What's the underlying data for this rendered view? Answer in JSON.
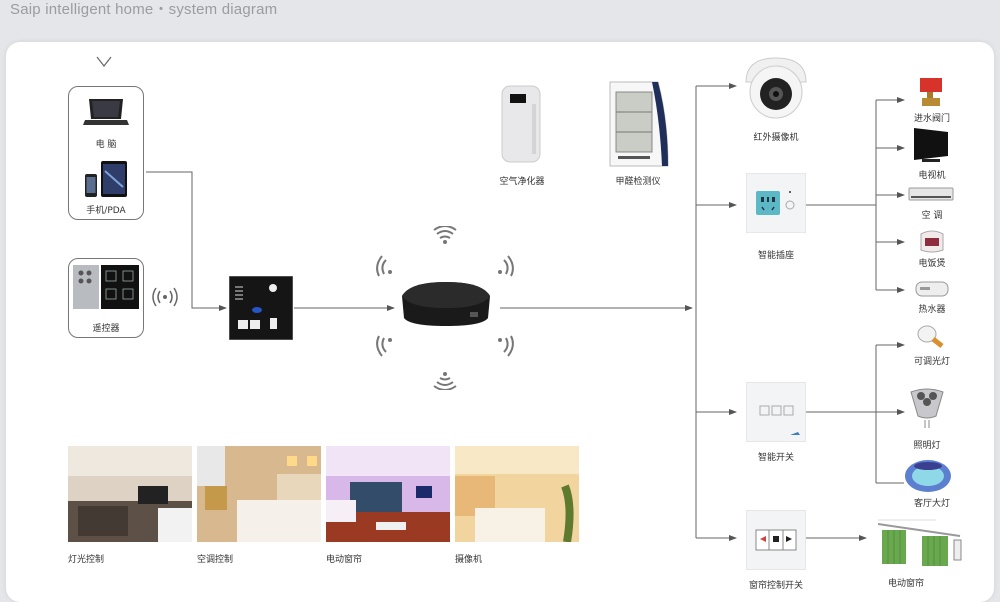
{
  "page_title": "Saip intelligent home・system diagram",
  "left_panel": {
    "collapse_icon": "chevron-down-icon",
    "computer_label": "电 脑",
    "phone_label": "手机/PDA",
    "remote_label": "遥控器"
  },
  "center": {
    "gateway_panel": "wall-gateway-panel",
    "hub": "wireless-hub"
  },
  "top_devices": [
    {
      "label": "空气净化器"
    },
    {
      "label": "甲醛检测仪"
    }
  ],
  "controllers": [
    {
      "label": "红外摄像机"
    },
    {
      "label": "智能插座"
    },
    {
      "label": "智能开关"
    },
    {
      "label": "窗帘控制开关"
    }
  ],
  "socket_appliances": [
    {
      "label": "进水阀门"
    },
    {
      "label": "电视机"
    },
    {
      "label": "空 调"
    },
    {
      "label": "电饭煲"
    },
    {
      "label": "热水器"
    }
  ],
  "switch_lights": [
    {
      "label": "可调光灯"
    },
    {
      "label": "照明灯"
    },
    {
      "label": "客厅大灯"
    }
  ],
  "curtain_target": {
    "label": "电动窗帘"
  },
  "scenes": [
    {
      "label": "灯光控制"
    },
    {
      "label": "空调控制"
    },
    {
      "label": "电动窗帘"
    },
    {
      "label": "摄像机"
    }
  ],
  "colors": {
    "line": "#666666",
    "socket_teal": "#5bb8c4",
    "curtain_green": "#6aa84f",
    "valve_red": "#d8332b"
  }
}
